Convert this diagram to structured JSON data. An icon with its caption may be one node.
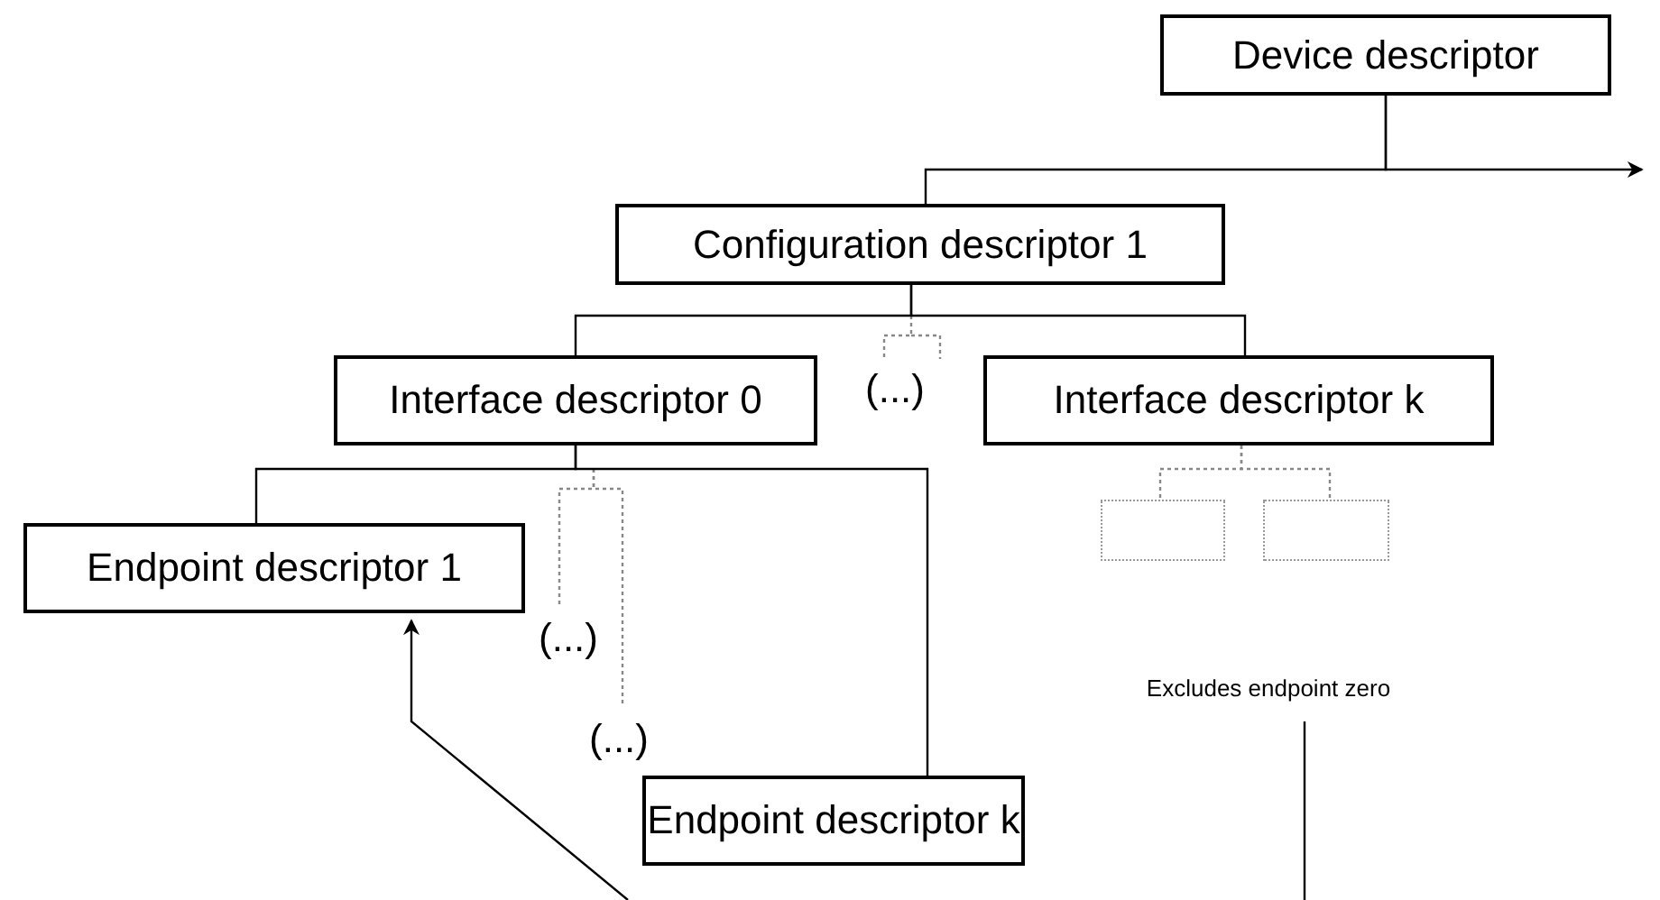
{
  "diagram": {
    "nodes": [
      {
        "text": [
          "Device descriptor"
        ]
      },
      {
        "text": [
          "Configuration descriptor 1"
        ]
      },
      {
        "text": [
          "Interface descriptor 0"
        ]
      },
      {
        "text": [
          "(...)"
        ]
      },
      {
        "text": [
          "Interface descriptor k"
        ]
      },
      {
        "text": [],
        "shape": "box"
      },
      {
        "text": [],
        "shape": "box"
      },
      {
        "text": [
          "Endpoint descriptor 1"
        ]
      },
      {
        "text": [
          "(...)"
        ]
      },
      {
        "text": [
          "(...)"
        ]
      },
      {
        "text": [
          "Endpoint descriptor k"
        ]
      },
      {
        "text": [
          "Excludes endpoint zero"
        ]
      }
    ],
    "edges": [
      {
        "from": 0,
        "to": 1,
        "arrow": "none"
      },
      {
        "from": 0,
        "to": null,
        "arrow": "to"
      },
      {
        "from": 1,
        "to": 2,
        "arrow": "none"
      },
      {
        "from": 1,
        "to": 3,
        "arrow": "none",
        "style": "dashed",
        "color": "#888888"
      },
      {
        "from": 1,
        "to": 4,
        "arrow": "none"
      },
      {
        "from": 4,
        "to": 5,
        "arrow": "none",
        "style": "dashed",
        "color": "#888888"
      },
      {
        "from": 4,
        "to": 6,
        "arrow": "none",
        "style": "dashed",
        "color": "#888888"
      },
      {
        "from": 2,
        "to": 7,
        "arrow": "none"
      },
      {
        "from": 2,
        "to": 8,
        "arrow": "none",
        "style": "dashed",
        "color": "#888888"
      },
      {
        "from": 2,
        "to": 9,
        "arrow": "none",
        "style": "dashed",
        "color": "#888888"
      },
      {
        "from": 2,
        "to": 10,
        "arrow": "none"
      },
      {
        "from": null,
        "to": 7,
        "arrow": "to"
      },
      {
        "from": 11,
        "to": null,
        "arrow": "none"
      }
    ]
  }
}
